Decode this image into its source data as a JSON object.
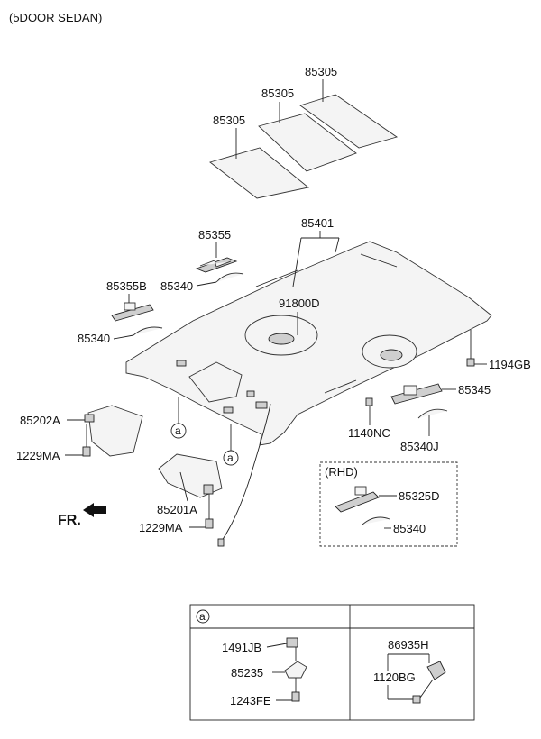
{
  "header": {
    "title": "(5DOOR SEDAN)"
  },
  "labels": {
    "p85305_a": "85305",
    "p85305_b": "85305",
    "p85305_c": "85305",
    "p85401": "85401",
    "p85355": "85355",
    "p85355b": "85355B",
    "p85340_a": "85340",
    "p85340_b": "85340",
    "p91800d": "91800D",
    "p1194gb": "1194GB",
    "p85345": "85345",
    "p1140nc": "1140NC",
    "p85340j": "85340J",
    "p85202a": "85202A",
    "p1229ma_a": "1229MA",
    "p85201a": "85201A",
    "p1229ma_b": "1229MA",
    "fr": "FR.",
    "callout_a1": "a",
    "callout_a2": "a"
  },
  "rhd": {
    "title": "(RHD)",
    "p85325d": "85325D",
    "p85340": "85340"
  },
  "table": {
    "header_a": "a",
    "left": {
      "p1491jb": "1491JB",
      "p85235": "85235",
      "p1243fe": "1243FE"
    },
    "right": {
      "p86935h": "86935H",
      "p1120bg": "1120BG"
    }
  }
}
